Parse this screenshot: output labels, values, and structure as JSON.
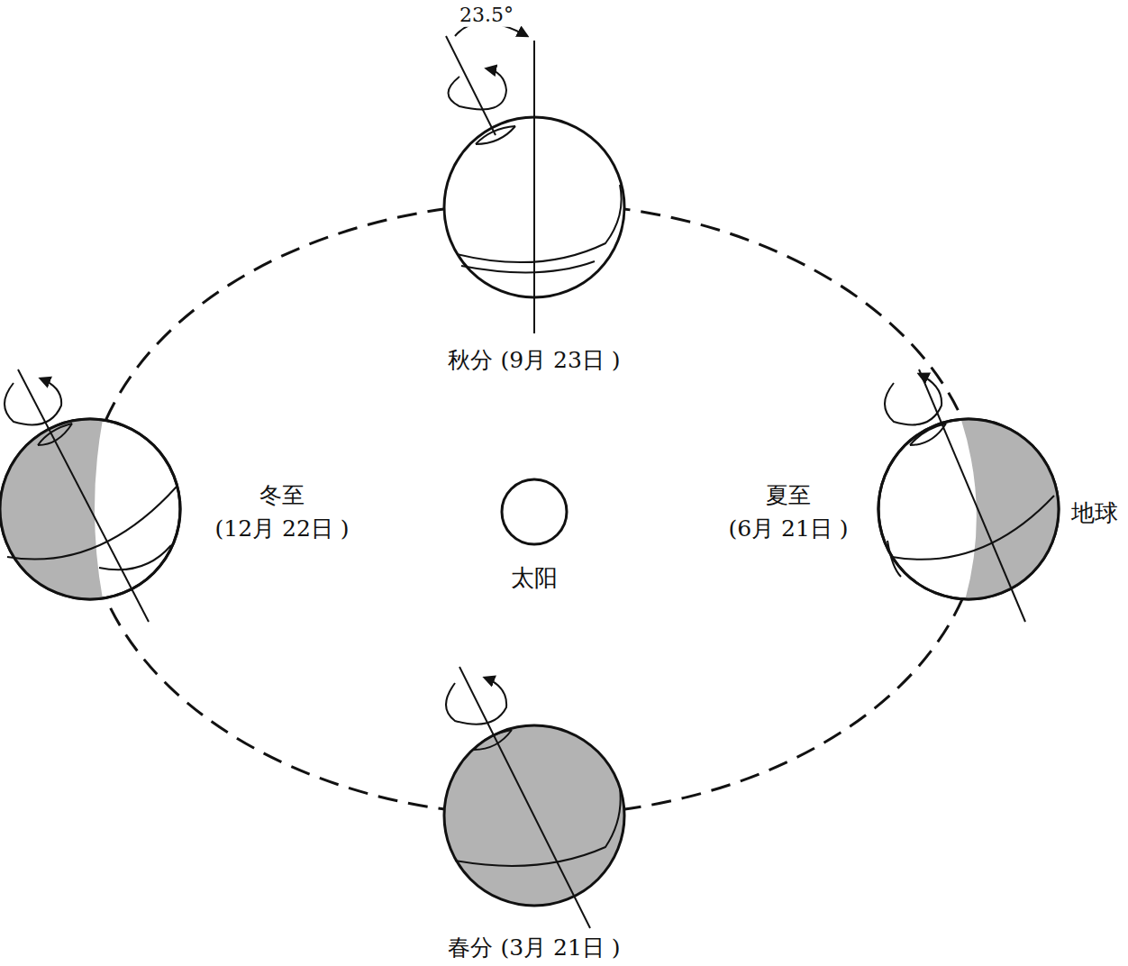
{
  "diagram": {
    "nodes": [
      {
        "text": [
          "太阳"
        ]
      }
    ],
    "labels": [
      "23.5°",
      "秋分 (9月 23日 )",
      "冬至",
      "(12月 22日 )",
      "夏至",
      "(6月 21日 )",
      "地球",
      "春分 (3月 21日 )"
    ]
  }
}
